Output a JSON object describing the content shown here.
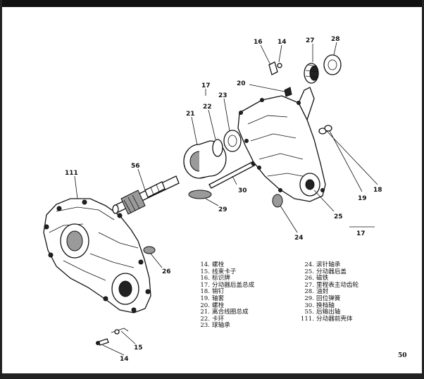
{
  "callouts": {
    "c16_top": "16",
    "c14_top": "14",
    "c27": "27",
    "c28": "28",
    "c20": "20",
    "c17_top": "17",
    "c21": "21",
    "c22": "22",
    "c23": "23",
    "c56": "56",
    "c111": "111",
    "c30": "30",
    "c29": "29",
    "c19": "19",
    "c18": "18",
    "c25": "25",
    "c24": "24",
    "c17_bottom": "17",
    "c26": "26",
    "c15": "15",
    "c14_bottom": "14"
  },
  "legend": {
    "left": [
      {
        "num": "14.",
        "text": "螺栓"
      },
      {
        "num": "15.",
        "text": "线束卡子"
      },
      {
        "num": "16.",
        "text": "标识牌"
      },
      {
        "num": "17.",
        "text": "分动器后盖总成"
      },
      {
        "num": "18.",
        "text": "销钉"
      },
      {
        "num": "19.",
        "text": "轴套"
      },
      {
        "num": "20.",
        "text": "螺栓"
      },
      {
        "num": "21.",
        "text": "离合线圈总成"
      },
      {
        "num": "22.",
        "text": "卡环"
      },
      {
        "num": "23.",
        "text": "球轴承"
      }
    ],
    "right": [
      {
        "num": "24.",
        "text": "滚针轴承"
      },
      {
        "num": "25.",
        "text": "分动器后盖"
      },
      {
        "num": "26.",
        "text": "磁铁"
      },
      {
        "num": "27.",
        "text": "里程表主动齿轮"
      },
      {
        "num": "28.",
        "text": "油封"
      },
      {
        "num": "29.",
        "text": "回位弹簧"
      },
      {
        "num": "30.",
        "text": "换档轴"
      },
      {
        "num": "55.",
        "text": "后输出轴"
      },
      {
        "num": "111.",
        "text": "分动器前壳体"
      }
    ]
  },
  "page_number": "50"
}
